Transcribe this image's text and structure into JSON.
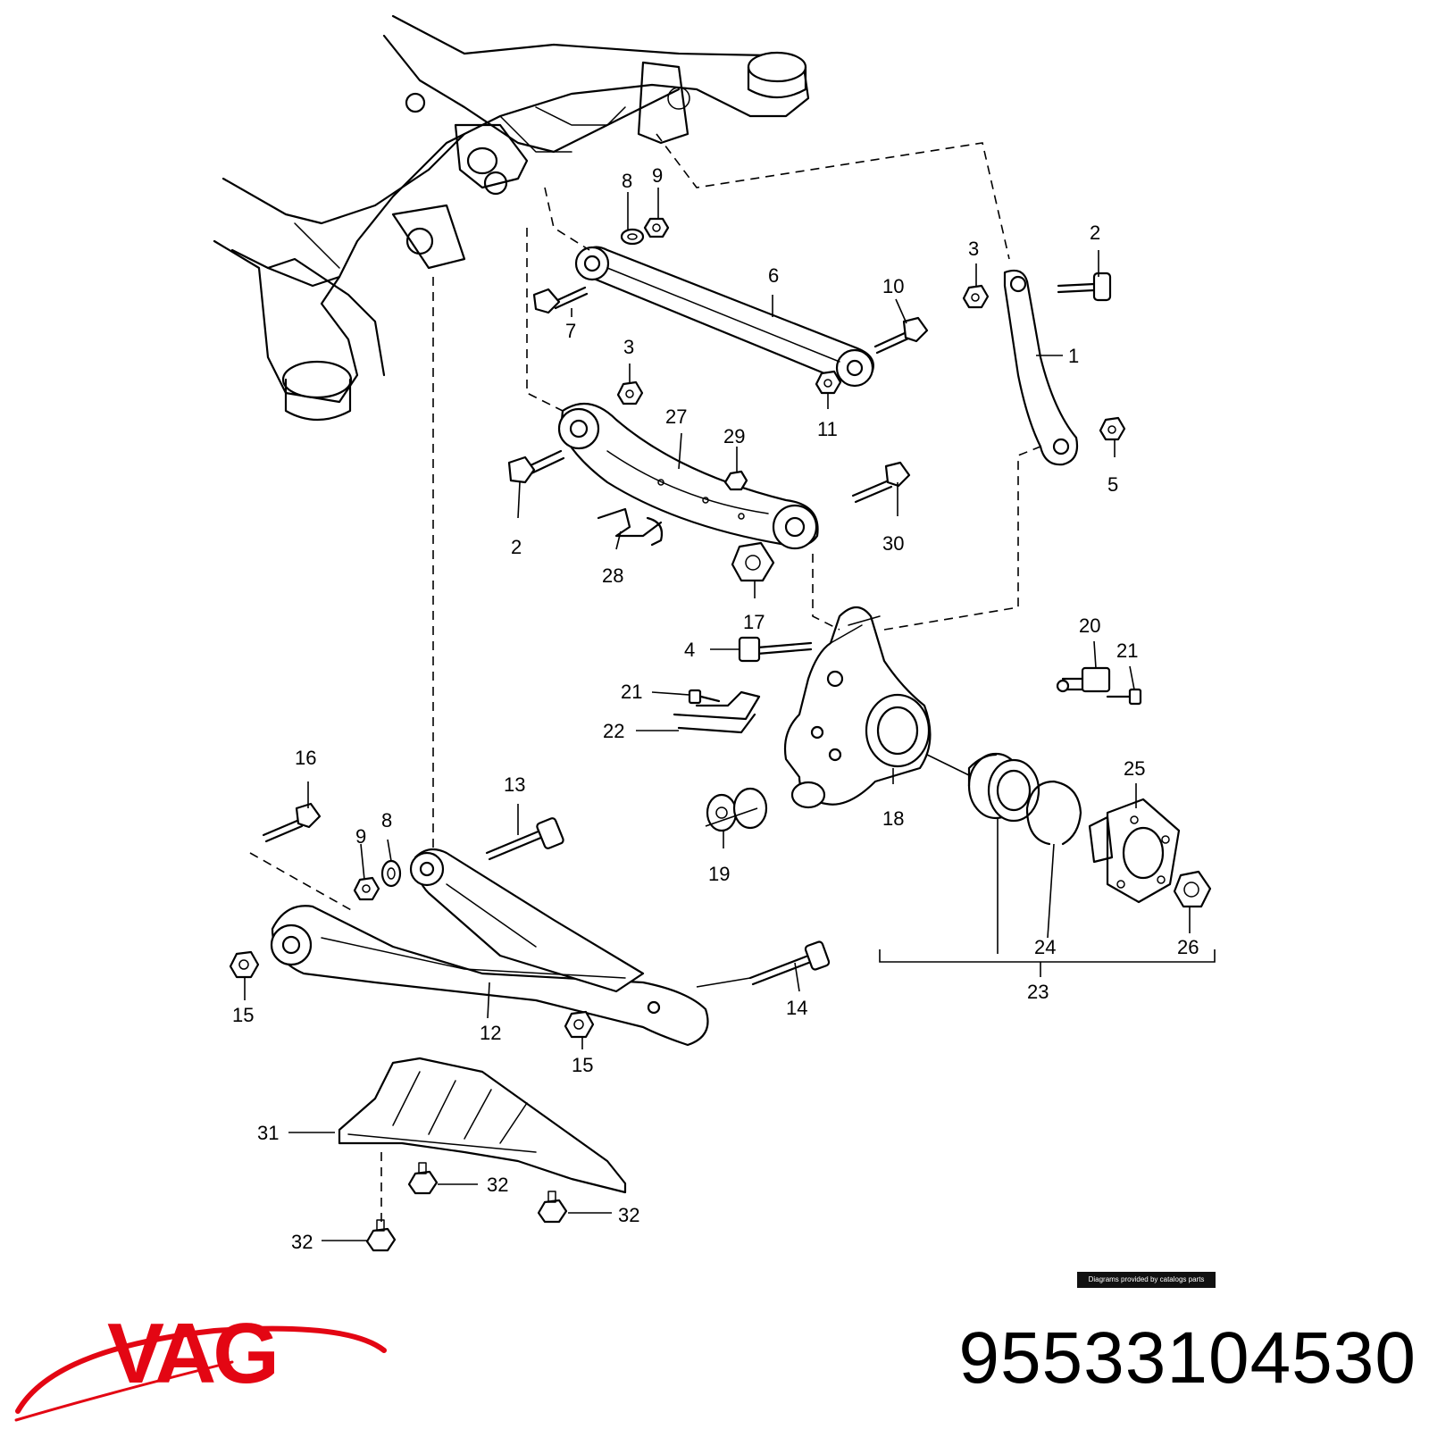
{
  "callouts": {
    "c1": "1",
    "c2a": "2",
    "c2b": "2",
    "c3a": "3",
    "c3b": "3",
    "c4": "4",
    "c5": "5",
    "c6": "6",
    "c7": "7",
    "c8a": "8",
    "c8b": "8",
    "c9a": "9",
    "c9b": "9",
    "c10": "10",
    "c11": "11",
    "c12": "12",
    "c13": "13",
    "c14": "14",
    "c15a": "15",
    "c15b": "15",
    "c16": "16",
    "c17": "17",
    "c18": "18",
    "c19": "19",
    "c20": "20",
    "c21a": "21",
    "c21b": "21",
    "c22": "22",
    "c23": "23",
    "c24": "24",
    "c25": "25",
    "c26": "26",
    "c27": "27",
    "c28": "28",
    "c29": "29",
    "c30": "30",
    "c31": "31",
    "c32a": "32",
    "c32b": "32",
    "c32c": "32"
  },
  "credit": "Diagrams provided by catalogs parts",
  "brand": {
    "name": "VAG",
    "color": "#e30613"
  },
  "part_number": "95533104530"
}
